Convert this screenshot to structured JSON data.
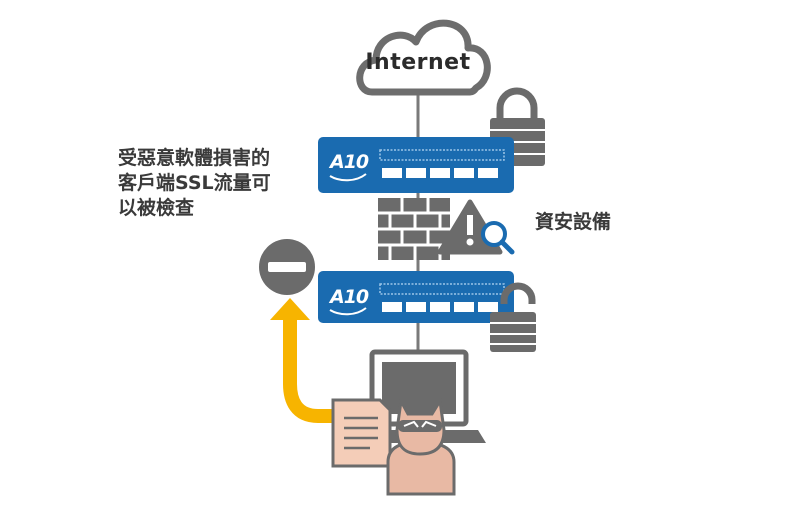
{
  "cloud": {
    "label": "Internet"
  },
  "devices": [
    {
      "logo": "A10"
    },
    {
      "logo": "A10"
    }
  ],
  "annotations": {
    "threat_note": [
      "受惡意軟體損害的",
      "客戶端SSL流量可",
      "以被檢查"
    ],
    "security_label": "資安設備"
  },
  "icons": [
    "cloud-icon",
    "padlock-closed-icon",
    "padlock-open-icon",
    "firewall-brick-icon",
    "warning-magnifier-icon",
    "block-icon",
    "laptop-icon",
    "document-icon",
    "hacker-icon",
    "arrow-up-icon"
  ],
  "colors": {
    "device_blue": "#1a6bb0",
    "cloud_stroke": "#6d6d6d",
    "arrow_yellow": "#f7b400",
    "hacker_fill": "#e8b9a4",
    "grey_icon": "#6b6b6b"
  }
}
